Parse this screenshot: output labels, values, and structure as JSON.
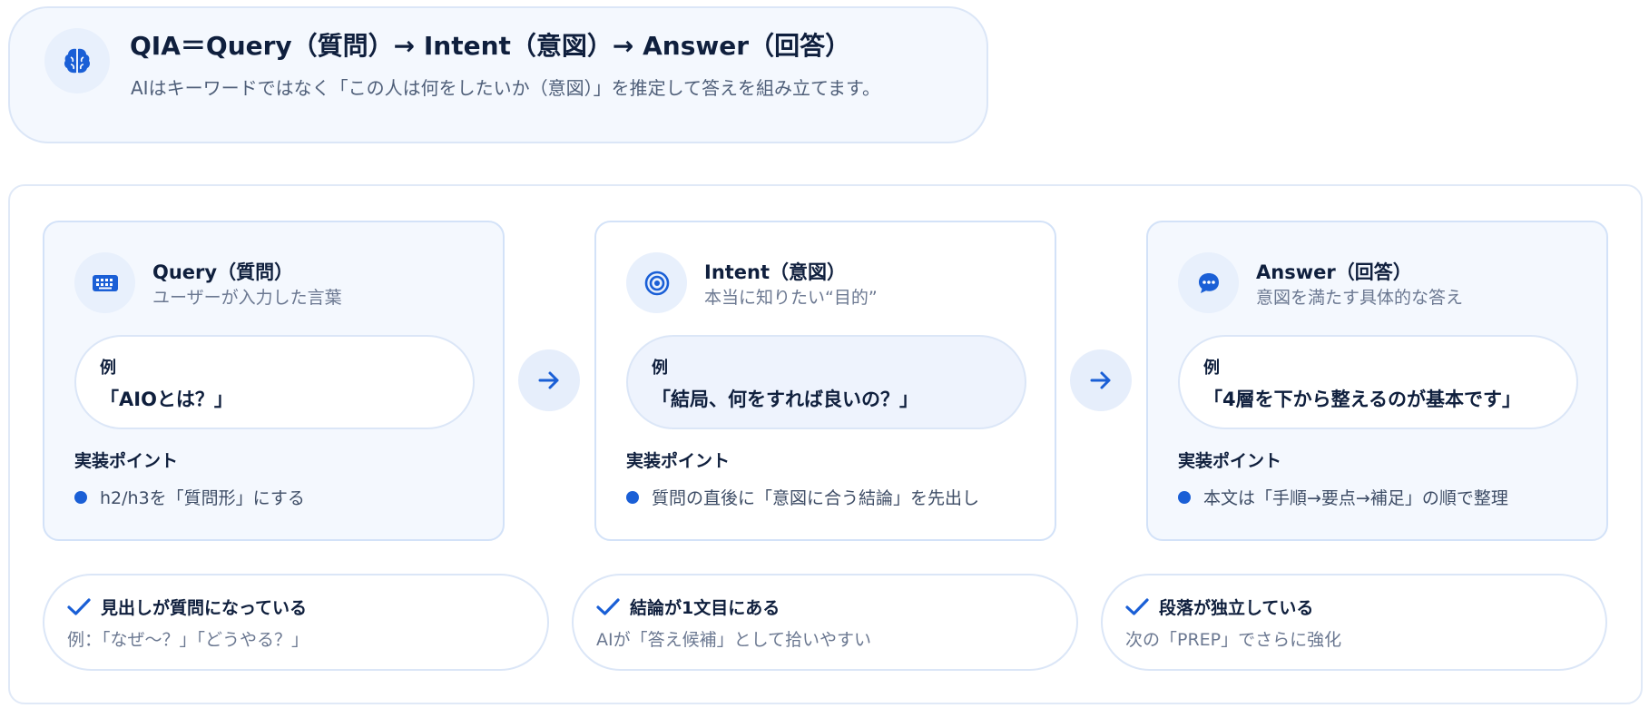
{
  "header": {
    "title": "QIA＝Query（質問）→ Intent（意図）→ Answer（回答）",
    "subtitle": "AIはキーワードではなく「この人は何をしたいか（意図）」を推定して答えを組み立てます。",
    "icon": "brain-icon"
  },
  "colors": {
    "accent": "#1a5fd6",
    "card_tint": "#f4f8fe",
    "border": "#d3e2f8",
    "text_dark": "#0f1f3d",
    "text_muted": "#6b7891"
  },
  "steps": [
    {
      "title": "Query（質問）",
      "subtitle": "ユーザーが入力した言葉",
      "icon": "keyboard-icon",
      "example_label": "例",
      "example_text": "「AIOとは？」",
      "impl_label": "実装ポイント",
      "impl_item": "h2/h3を「質問形」にする"
    },
    {
      "title": "Intent（意図）",
      "subtitle": "本当に知りたい“目的”",
      "icon": "target-icon",
      "example_label": "例",
      "example_text": "「結局、何をすれば良いの？」",
      "impl_label": "実装ポイント",
      "impl_item": "質問の直後に「意図に合う結論」を先出し"
    },
    {
      "title": "Answer（回答）",
      "subtitle": "意図を満たす具体的な答え",
      "icon": "chat-bubble-icon",
      "example_label": "例",
      "example_text": "「4層を下から整えるのが基本です」",
      "impl_label": "実装ポイント",
      "impl_item": "本文は「手順→要点→補足」の順で整理"
    }
  ],
  "checks": [
    {
      "title": "見出しが質問になっている",
      "desc": "例：「なぜ〜？」「どうやる？」"
    },
    {
      "title": "結論が1文目にある",
      "desc": "AIが「答え候補」として拾いやすい"
    },
    {
      "title": "段落が独立している",
      "desc": "次の「PREP」でさらに強化"
    }
  ]
}
